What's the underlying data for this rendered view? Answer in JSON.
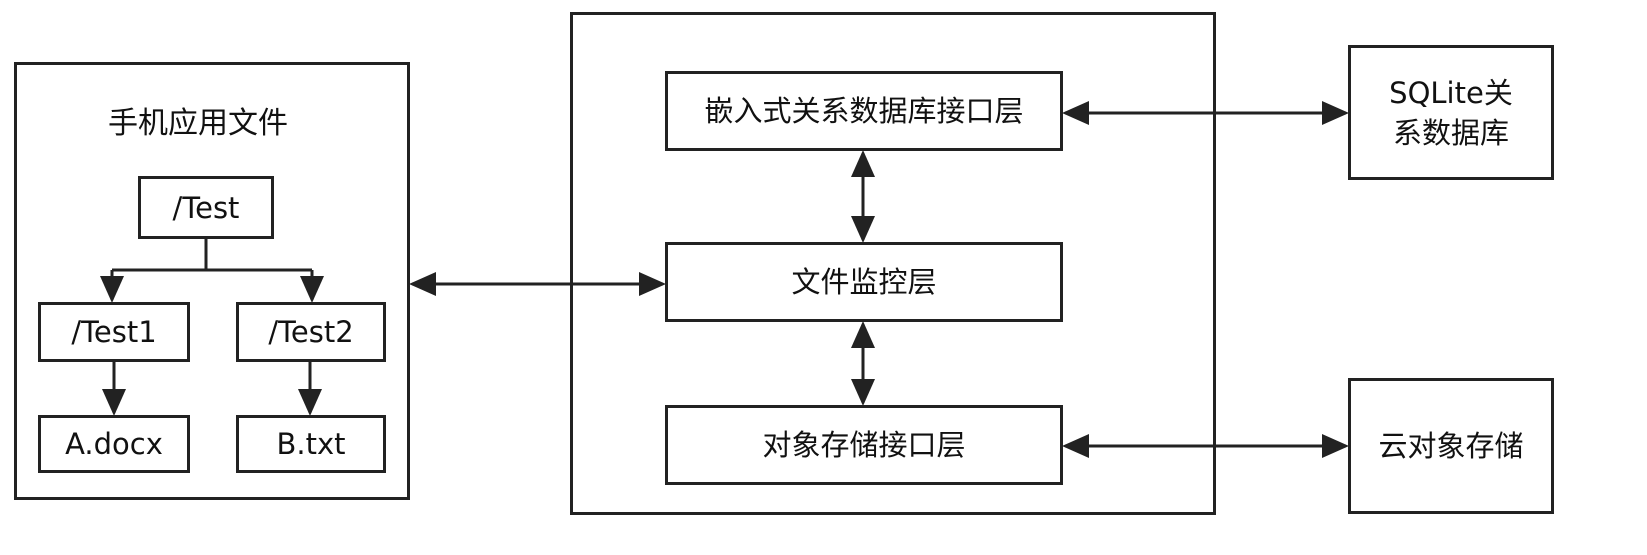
{
  "left_panel": {
    "title": "手机应用文件",
    "tree": {
      "root": "/Test",
      "folder1": "/Test1",
      "folder2": "/Test2",
      "file1": "A.docx",
      "file2": "B.txt"
    }
  },
  "middle_panel": {
    "layers": {
      "db_interface": "嵌入式关系数据库接口层",
      "file_monitor": "文件监控层",
      "storage_interface": "对象存储接口层"
    }
  },
  "right_panel": {
    "sqlite_line1": "SQLite关",
    "sqlite_line2": "系数据库",
    "cloud_storage": "云对象存储"
  }
}
